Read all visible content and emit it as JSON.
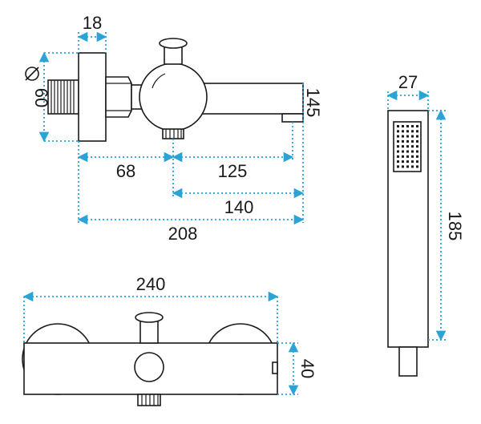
{
  "dimensions": {
    "width_flange": "18",
    "diameter_flange": "60",
    "depth_68": "68",
    "spout_125": "125",
    "spout_140": "140",
    "total_depth": "208",
    "spout_height": "145",
    "handshower_width": "27",
    "handshower_length": "185",
    "total_width": "240",
    "body_height": "40"
  },
  "colors": {
    "dimension_line": "#2aa3d6",
    "outline": "#1a1a1a"
  },
  "icons": {
    "diameter_symbol": "diameter-icon"
  }
}
